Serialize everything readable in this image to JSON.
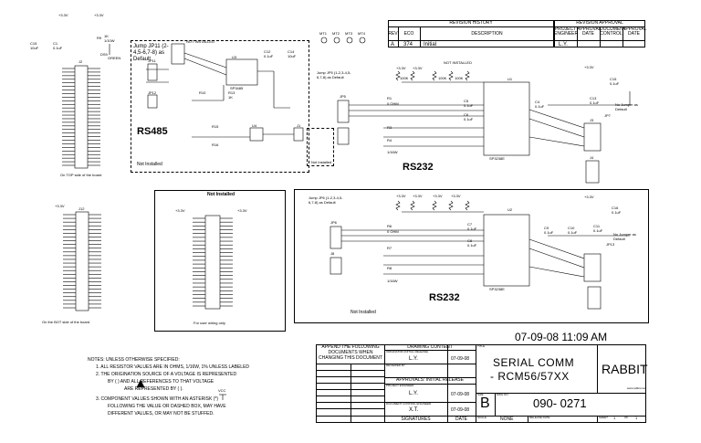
{
  "revision_history": {
    "title": "REVISION HISTORY",
    "approval_title": "REVISION APPROVAL",
    "col_rev": "REV",
    "col_eco": "ECO",
    "col_description": "DESCRIPTION",
    "col_project_engineer": "PROJECT ENGINEER",
    "col_approval_date": "APPROVAL DATE",
    "col_document_control": "DOCUMENT CONTROL",
    "col_approval_date_2": "APPROVAL DATE",
    "row": {
      "rev": "A",
      "eco": "374",
      "description": "Initial",
      "engineer": "L.Y."
    }
  },
  "mounting": [
    "MT1",
    "MT2",
    "MT3",
    "MT4"
  ],
  "blocks": {
    "rs485_title": "RS485",
    "rs485_not_installed_top": "NOT INSTALLED",
    "rs485_jumper_note": "Jump JP11 (2-4,5-6,7-8) as Default",
    "rs485_not_installed": "Not Installed",
    "rs232_top_title": "RS232",
    "rs232_top_jumper_note": "Jump JP5 (1-2,3-4,5-6,7-8) as Default",
    "rs232_top_not_installed_top": "NOT INSTALLED",
    "rs232_top_no_jumper": "No Jumper as Default",
    "rs232_bot_title": "RS232",
    "rs232_bot_jumper_note": "Jump JP6 (1-2,3-4,5-6,7-8) as Default",
    "rs232_bot_no_jumper": "No Jumper as Default",
    "rs232_bot_not_installed": "Not Installed",
    "j2_side_note": "On TOP side of the board",
    "j12_side_note": "On the BOT side of the board",
    "center_title": "Not Installed",
    "center_note": "For user wiring only"
  },
  "parts": {
    "supply": "+3.3V",
    "caps": [
      "C15",
      "C1",
      "C12",
      "C14",
      "C5",
      "C6",
      "C4",
      "C13",
      "C7",
      "C8",
      "C9",
      "C10",
      "C11",
      "C16"
    ],
    "cap_values": [
      "10uF",
      "0.1uF"
    ],
    "connectors": [
      "J2",
      "J12",
      "J3",
      "J4",
      "J8",
      "JP11",
      "JP12",
      "JP5",
      "JP6",
      "JP7",
      "JP13",
      "J1"
    ],
    "ics": [
      "U1",
      "U2",
      "U3",
      "U4"
    ],
    "ic_names": [
      "SP3238E",
      "SP3485"
    ],
    "resistors": [
      "R1",
      "R2",
      "R3",
      "R4",
      "R5",
      "R6",
      "R7",
      "R8",
      "R9",
      "R10",
      "R11",
      "R12",
      "R13",
      "R14",
      "R15",
      "R16"
    ],
    "res_values": [
      "1K",
      "100K",
      "0 OHM",
      "1/10W",
      "1/16W"
    ],
    "led": "DS9",
    "led_label": "GREEN"
  },
  "notes": {
    "header": "NOTES: UNLESS OTHERWISE SPECIFIED:",
    "n1": "1.  ALL RESISTOR VALUES ARE IN OHMS, 1/16W, 1% UNLESS LABELED",
    "n2a": "2.  THE ORIGINATION SOURCE OF A VOLTAGE IS REPRESENTED",
    "n2b": "BY  (  ) AND ALL REFERENCES TO THAT VOLTAGE",
    "n2c": "ARE REPRESENTED BY (  ).",
    "n3a": "3.  COMPONENT VALUES SHOWN WITH AN ASTERISK (*)",
    "n3b": "FOLLOWING THE VALUE OR DASHED BOX, MAY HAVE",
    "n3c": "DIFFERENT VALUES, OR MAY NOT BE STUFFED.",
    "vcc": "VCC"
  },
  "timestamp": "07-09-08  11:09 AM",
  "title_block": {
    "append_note": "APPEND THE FOLLOWING DOCUMENTS WHEN CHANGING THIS DOCUMENT",
    "drawing_content": "DRAWING CONTENT",
    "engineer_label": "ORIGINATOR (INITIAL RELEASE)",
    "engineer": "L.Y.",
    "engineer_date": "07-09-08",
    "reviewed_by": "REVIEWED BY",
    "approvals": "APPROVALS: INITIAL RELEASE",
    "project_engineer_label": "PROJECT ENGINEER",
    "project_engineer": "L.Y.",
    "project_engineer_date": "07-09-08",
    "doc_control_label": "DOCUMENT CONTROL ENGINEER",
    "doc_control": "X.T.",
    "doc_control_date": "07-09-08",
    "signatures": "SIGNATURES",
    "date": "DATE",
    "title_label": "TITLE",
    "title_line1": "SERIAL COMM",
    "title_line2": "- RCM56/57XX",
    "company": "RABBIT",
    "website": "www.rabbit.com",
    "size_label": "SIZE",
    "size": "B",
    "dwg_label": "DWG NO",
    "dwg_no": "090-  0271",
    "scale_label": "SCALE",
    "scale": "NONE",
    "release_label": "RELEASE DATE",
    "sheet_label": "SHEET",
    "sheet": "1",
    "of_label": "OF",
    "of": "1"
  }
}
